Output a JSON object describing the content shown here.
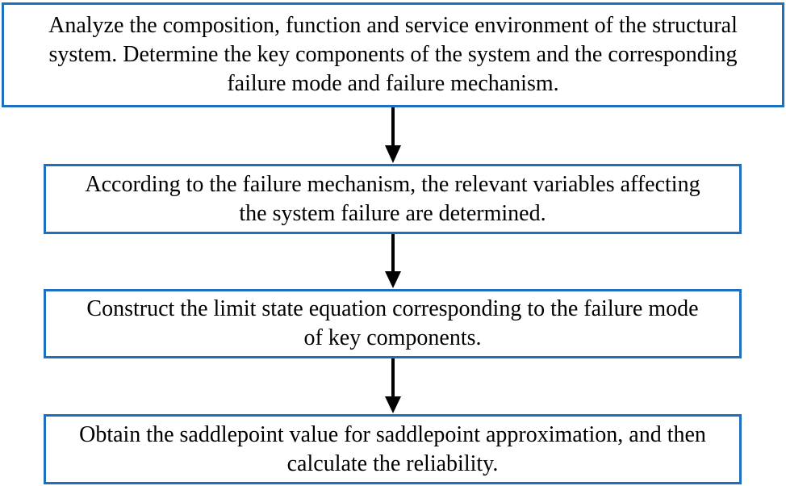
{
  "flowchart": {
    "steps": [
      {
        "lines": [
          "Analyze the composition, function and service environment of the structural",
          "system. Determine the key components of the system and the corresponding",
          "failure mode and failure mechanism."
        ]
      },
      {
        "lines": [
          "According to the failure mechanism, the relevant variables affecting",
          "the system failure are determined."
        ]
      },
      {
        "lines": [
          "Construct the limit state equation corresponding to the failure mode",
          "of key components."
        ]
      },
      {
        "lines": [
          "Obtain the saddlepoint value  for saddlepoint approximation, and then",
          "calculate the reliability."
        ]
      }
    ],
    "colors": {
      "box_border": "#1f6fc0",
      "arrow": "#000000"
    }
  }
}
